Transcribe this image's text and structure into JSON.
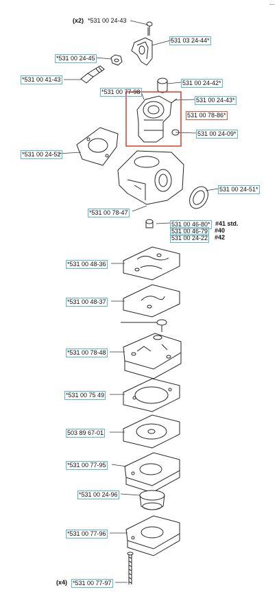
{
  "top_corner": "⋯",
  "labels": {
    "qty_top": "(x2)",
    "pn_top_screw": "*531 00 24-43",
    "pn_bracket": "531 03 24-44*",
    "pn_nut": "*531 00 24-45",
    "pn_stud": "*531 00 41-43",
    "pn_cap": "531 00 24-42*",
    "pn_lever_label": "*531 00 77-98",
    "pn_lever_screw": "531 00 24-43*",
    "pn_throttle": "531 00 78-86*",
    "pn_spring": "531 00 24-09*",
    "pn_gasket": "*531 00 24-52",
    "pn_oring": "531 00 24-51*",
    "pn_body": "*531 00 78-47",
    "pn_std": "531 00 46-80*",
    "std_note": "#41 std.",
    "pn_40": "531 00 46-79",
    "note_40": "#40",
    "pn_42": "531 00 24-22",
    "note_42": "#42",
    "pn_diaphragm_top": "*531 00 48-36",
    "pn_gasket2": "*531 00 48-37",
    "pn_pump_cover": "*531 00 78-48",
    "pn_gasket3": "*531 00 75 49",
    "pn_diaphragm2": "503 89 67-01",
    "pn_metering": "*531 00 77-95",
    "pn_primer": "*531 00 24-96",
    "pn_cover": "*531 00 77-96",
    "qty_bottom": "(x4)",
    "pn_bottom_screw": "*531 00 77-97"
  },
  "colors": {
    "label_box": "#5bb6cf",
    "highlight": "#e0453a",
    "ink": "#222222"
  }
}
